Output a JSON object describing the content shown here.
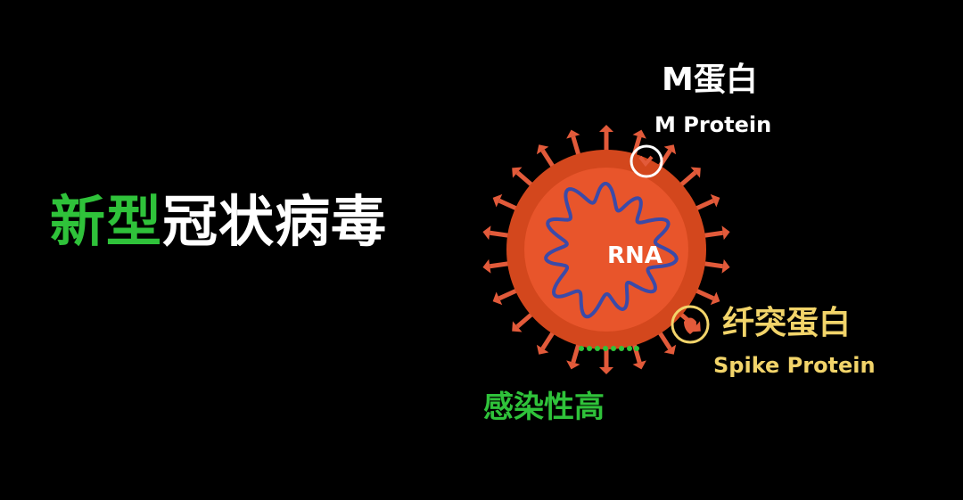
{
  "title": {
    "highlight": "新型",
    "rest": "冠状病毒"
  },
  "labels": {
    "m_protein_cn": "M蛋白",
    "m_protein_en": "M Protein",
    "spike_protein_cn": "纤突蛋白",
    "spike_protein_en": "Spike Protein",
    "infectivity": "感染性高",
    "rna": "RNA"
  },
  "colors": {
    "background": "#000000",
    "virus_outer": "#d3471d",
    "virus_inner": "#e8552b",
    "spike": "#e25a3a",
    "rna_strand": "#3b4aa8",
    "title_highlight": "#2fc23a",
    "spike_label": "#f2d46a",
    "m_protein_marker": "#ffffff"
  },
  "icons": [
    "virus-diagram",
    "m-protein-marker",
    "spike-protein-marker",
    "receptor-dots"
  ]
}
